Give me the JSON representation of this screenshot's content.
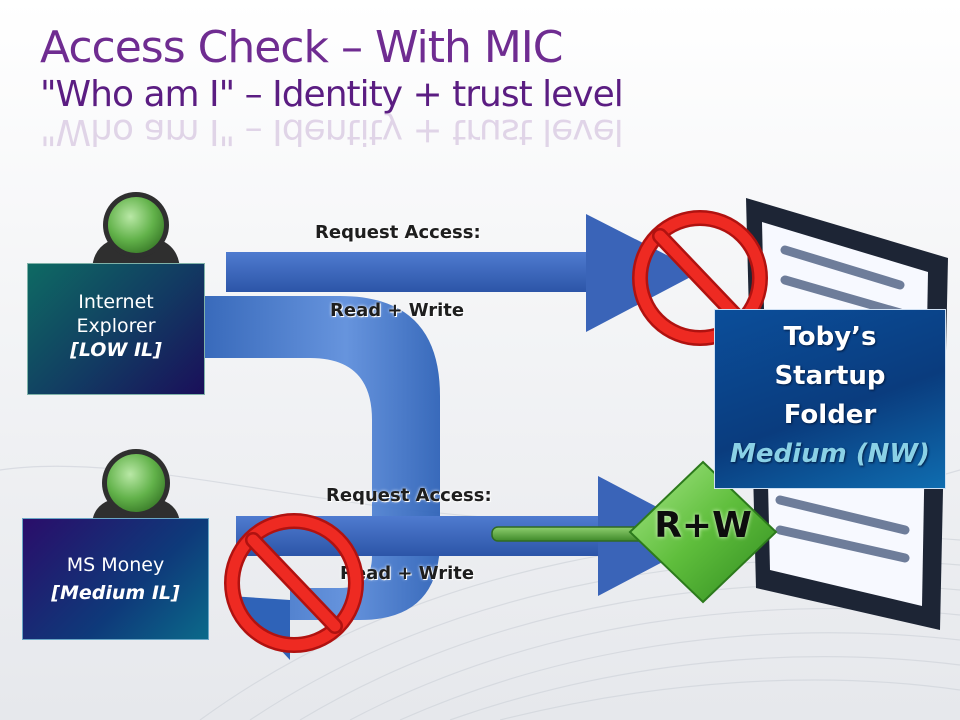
{
  "title": {
    "line1": "Access Check – With MIC",
    "line2": "\"Who am I\" – Identity + trust level"
  },
  "processes": [
    {
      "name": "Internet\nExplorer",
      "level": "[LOW IL]"
    },
    {
      "name": "MS Money",
      "level": "[Medium IL]"
    }
  ],
  "requests": [
    {
      "label": "Request Access:",
      "access": "Read + Write",
      "result": "denied"
    },
    {
      "label": "Request Access:",
      "access": "Read + Write",
      "result": "allowed"
    }
  ],
  "folder": {
    "line1": "Toby’s",
    "line2": "Startup",
    "line3": "Folder",
    "level": "Medium (NW)"
  },
  "grant": "R+W",
  "colors": {
    "title": "#6f2c91",
    "arrow": "#3a64b8",
    "deny": "#e0201e",
    "grant": "#55b83a"
  },
  "icons": [
    "user-icon",
    "no-entry-icon",
    "document-icon",
    "grant-diamond-icon"
  ]
}
